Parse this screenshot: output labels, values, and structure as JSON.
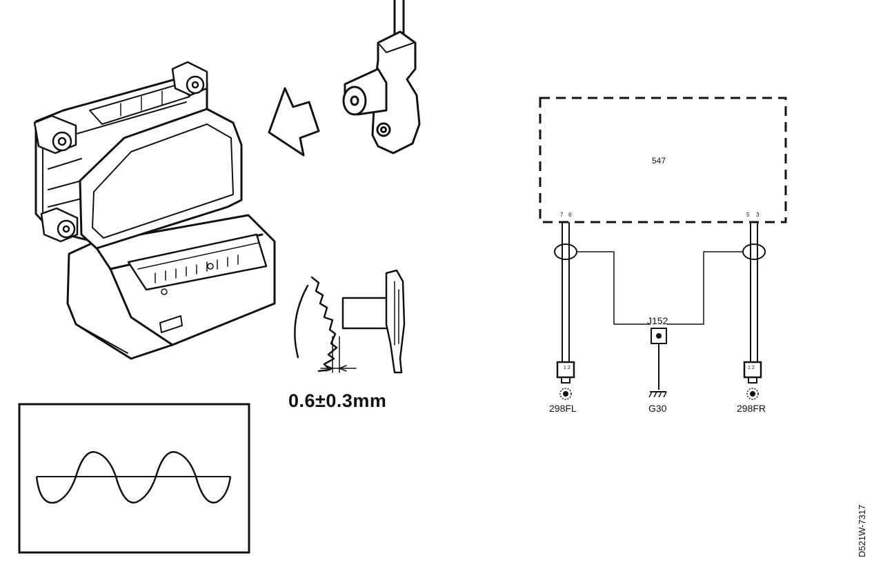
{
  "figure": {
    "gap_spec": "0.6±0.3mm",
    "document_id": "D521W-7317"
  },
  "schematic": {
    "module_id": "547",
    "junction_id": "J152",
    "ground_id": "G30",
    "left_sensor_id": "298FL",
    "right_sensor_id": "298FR",
    "module_pins_left": [
      "7",
      "6"
    ],
    "module_pins_right": [
      "5",
      "3"
    ],
    "left_connector_pins": "1 2",
    "right_connector_pins": "1 2"
  },
  "icons": {
    "abs_module": "abs-control-unit-illustration",
    "arrow": "hollow-arrow",
    "wheel_speed_sensor": "wheel-speed-sensor-illustration",
    "tone_ring": "tone-ring-gap-illustration",
    "waveform": "sine-waveform"
  }
}
